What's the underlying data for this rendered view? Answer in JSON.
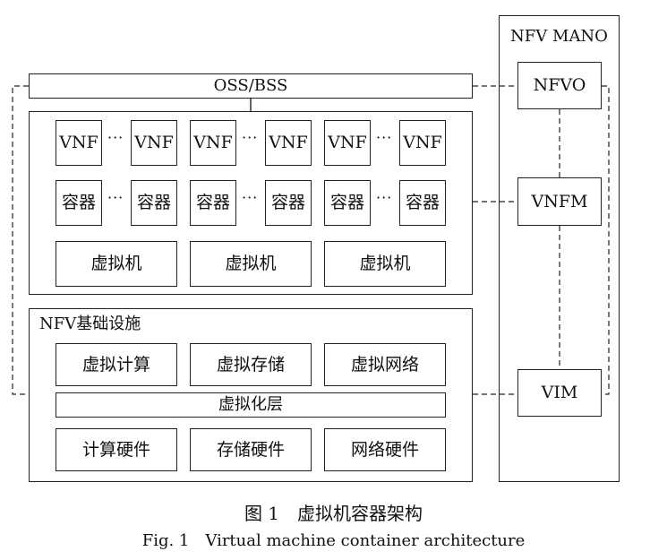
{
  "mano": {
    "title": "NFV MANO",
    "nfvo": "NFVO",
    "vnfm": "VNFM",
    "vim": "VIM"
  },
  "oss_bss": "OSS/BSS",
  "vnf_groups": [
    {
      "vnf": "VNF",
      "container": "容器",
      "vm": "虚拟机"
    },
    {
      "vnf": "VNF",
      "container": "容器",
      "vm": "虚拟机"
    },
    {
      "vnf": "VNF",
      "container": "容器",
      "vm": "虚拟机"
    }
  ],
  "ellipsis": "···",
  "infra": {
    "title": "NFV基础设施",
    "virtual_compute": "虚拟计算",
    "virtual_storage": "虚拟存储",
    "virtual_network": "虚拟网络",
    "virtualization_layer": "虚拟化层",
    "compute_hardware": "计算硬件",
    "storage_hardware": "存储硬件",
    "network_hardware": "网络硬件"
  },
  "caption": {
    "zh": "图 1　虚拟机容器架构",
    "en": "Fig. 1　Virtual machine container architecture"
  }
}
